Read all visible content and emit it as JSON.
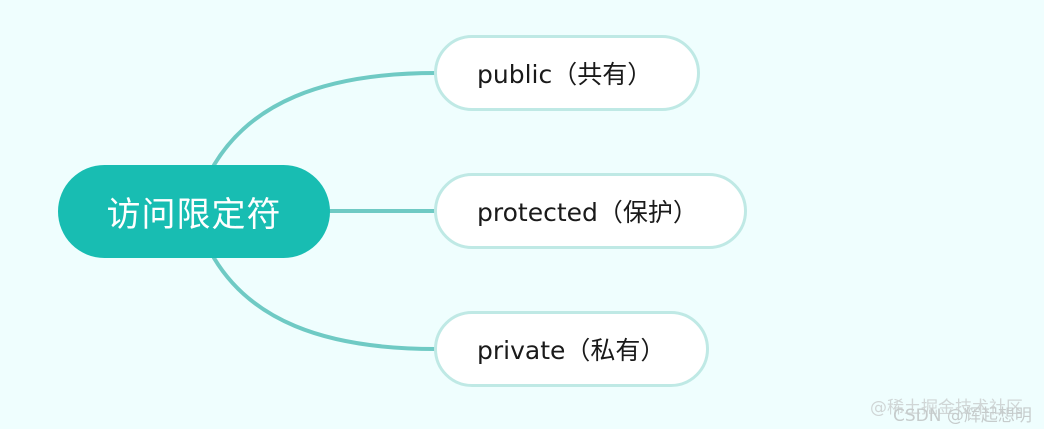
{
  "diagram": {
    "root": {
      "label": "访问限定符"
    },
    "children": [
      {
        "label": "public（共有）"
      },
      {
        "label": "protected（保护）"
      },
      {
        "label": "private（私有）"
      }
    ],
    "colors": {
      "background": "#effefe",
      "root_fill": "#18bdb2",
      "connector": "#6fcac4",
      "child_border": "#bfe9e5",
      "child_fill": "#ffffff"
    }
  },
  "watermark": {
    "line1": "@稀土掘金技术社区",
    "line2": "CSDN @辉起想明"
  }
}
